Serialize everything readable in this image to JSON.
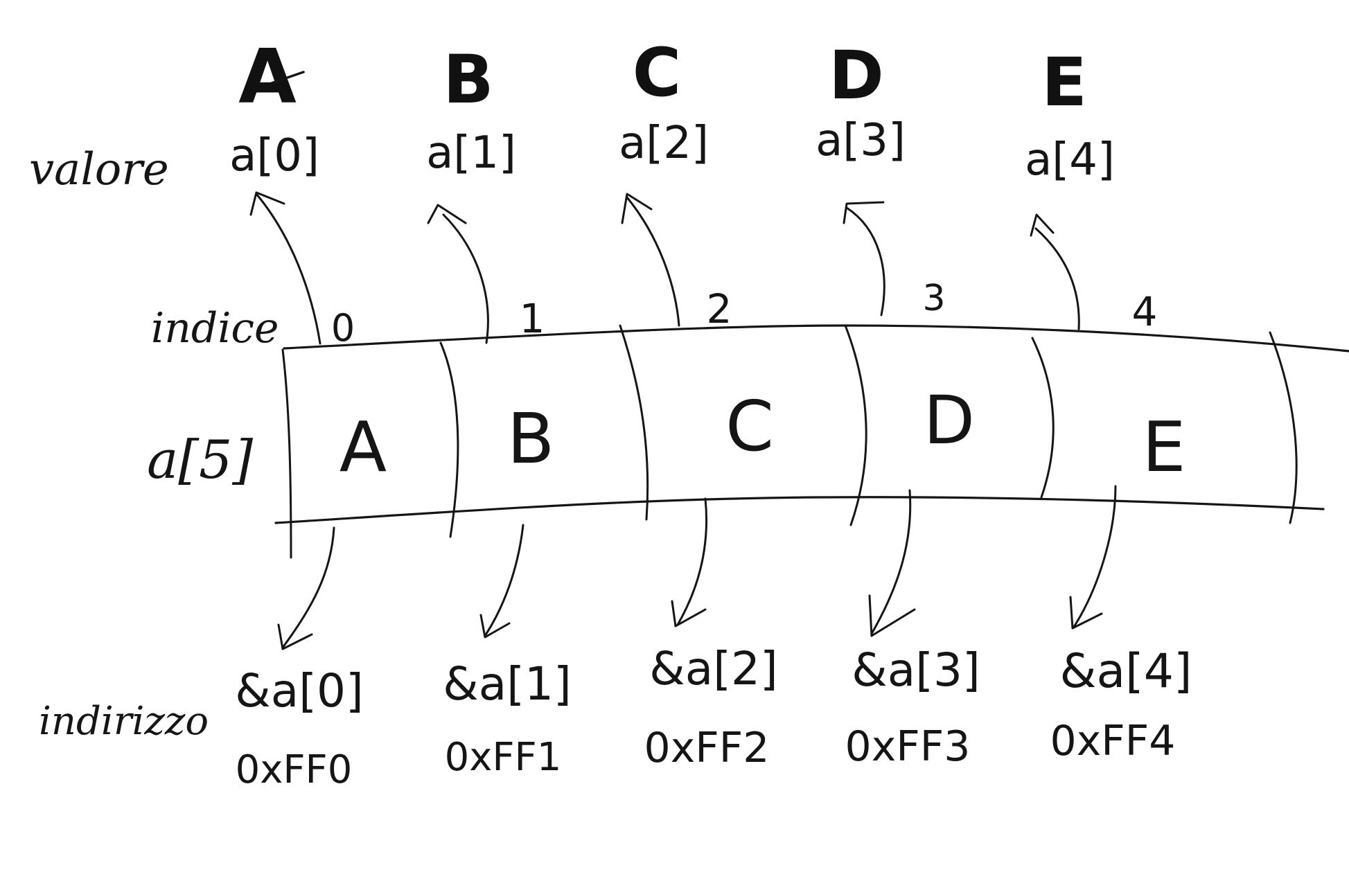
{
  "labels": {
    "value_row": "valore",
    "index_row": "indice",
    "array_decl": "a[5]",
    "address_row": "indirizzo"
  },
  "cells": [
    {
      "index": "0",
      "value": "A",
      "value_heading": "A",
      "value_ref": "a[0]",
      "address_ref": "&a[0]",
      "address": "0xFF0"
    },
    {
      "index": "1",
      "value": "B",
      "value_heading": "B",
      "value_ref": "a[1]",
      "address_ref": "&a[1]",
      "address": "0xFF1"
    },
    {
      "index": "2",
      "value": "C",
      "value_heading": "C",
      "value_ref": "a[2]",
      "address_ref": "&a[2]",
      "address": "0xFF2"
    },
    {
      "index": "3",
      "value": "D",
      "value_heading": "D",
      "value_ref": "a[3]",
      "address_ref": "&a[3]",
      "address": "0xFF3"
    },
    {
      "index": "4",
      "value": "E",
      "value_heading": "E",
      "value_ref": "a[4]",
      "address_ref": "&a[4]",
      "address": "0xFF4"
    }
  ],
  "colors": {
    "ink": "#151515",
    "paper": "#ffffff"
  }
}
